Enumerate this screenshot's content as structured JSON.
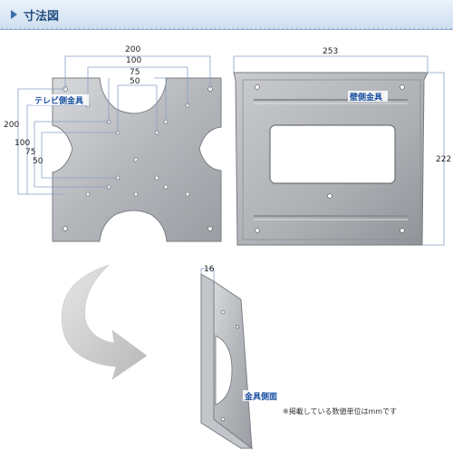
{
  "header": {
    "title": "寸法図"
  },
  "labels": {
    "tv_bracket": "テレビ側金具",
    "wall_bracket": "壁側金具",
    "bracket_side": "金具側面"
  },
  "dimensions": {
    "top_200": "200",
    "top_100": "100",
    "top_75": "75",
    "top_50": "50",
    "left_200": "200",
    "left_100": "100",
    "left_75": "75",
    "left_50": "50",
    "wall_width": "253",
    "wall_height": "222",
    "side_depth": "16"
  },
  "note": "※掲載している数値単位はmmです",
  "colors": {
    "accent": "#1a4fa0",
    "metal": "#b9bcc0",
    "dimline": "#8aa0c8",
    "header": "#cfdff0"
  }
}
